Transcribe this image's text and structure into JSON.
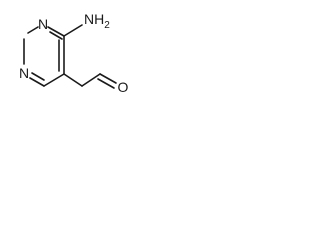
{
  "molecule": {
    "atoms": {
      "ring_n_top": "N",
      "ring_n_left": "N",
      "amino_n": "N",
      "amino_h": "H",
      "amino_h_count": "2",
      "carbonyl_o": "O"
    },
    "colors": {
      "ink": "#1a1a1a",
      "background": "#ffffff"
    }
  }
}
